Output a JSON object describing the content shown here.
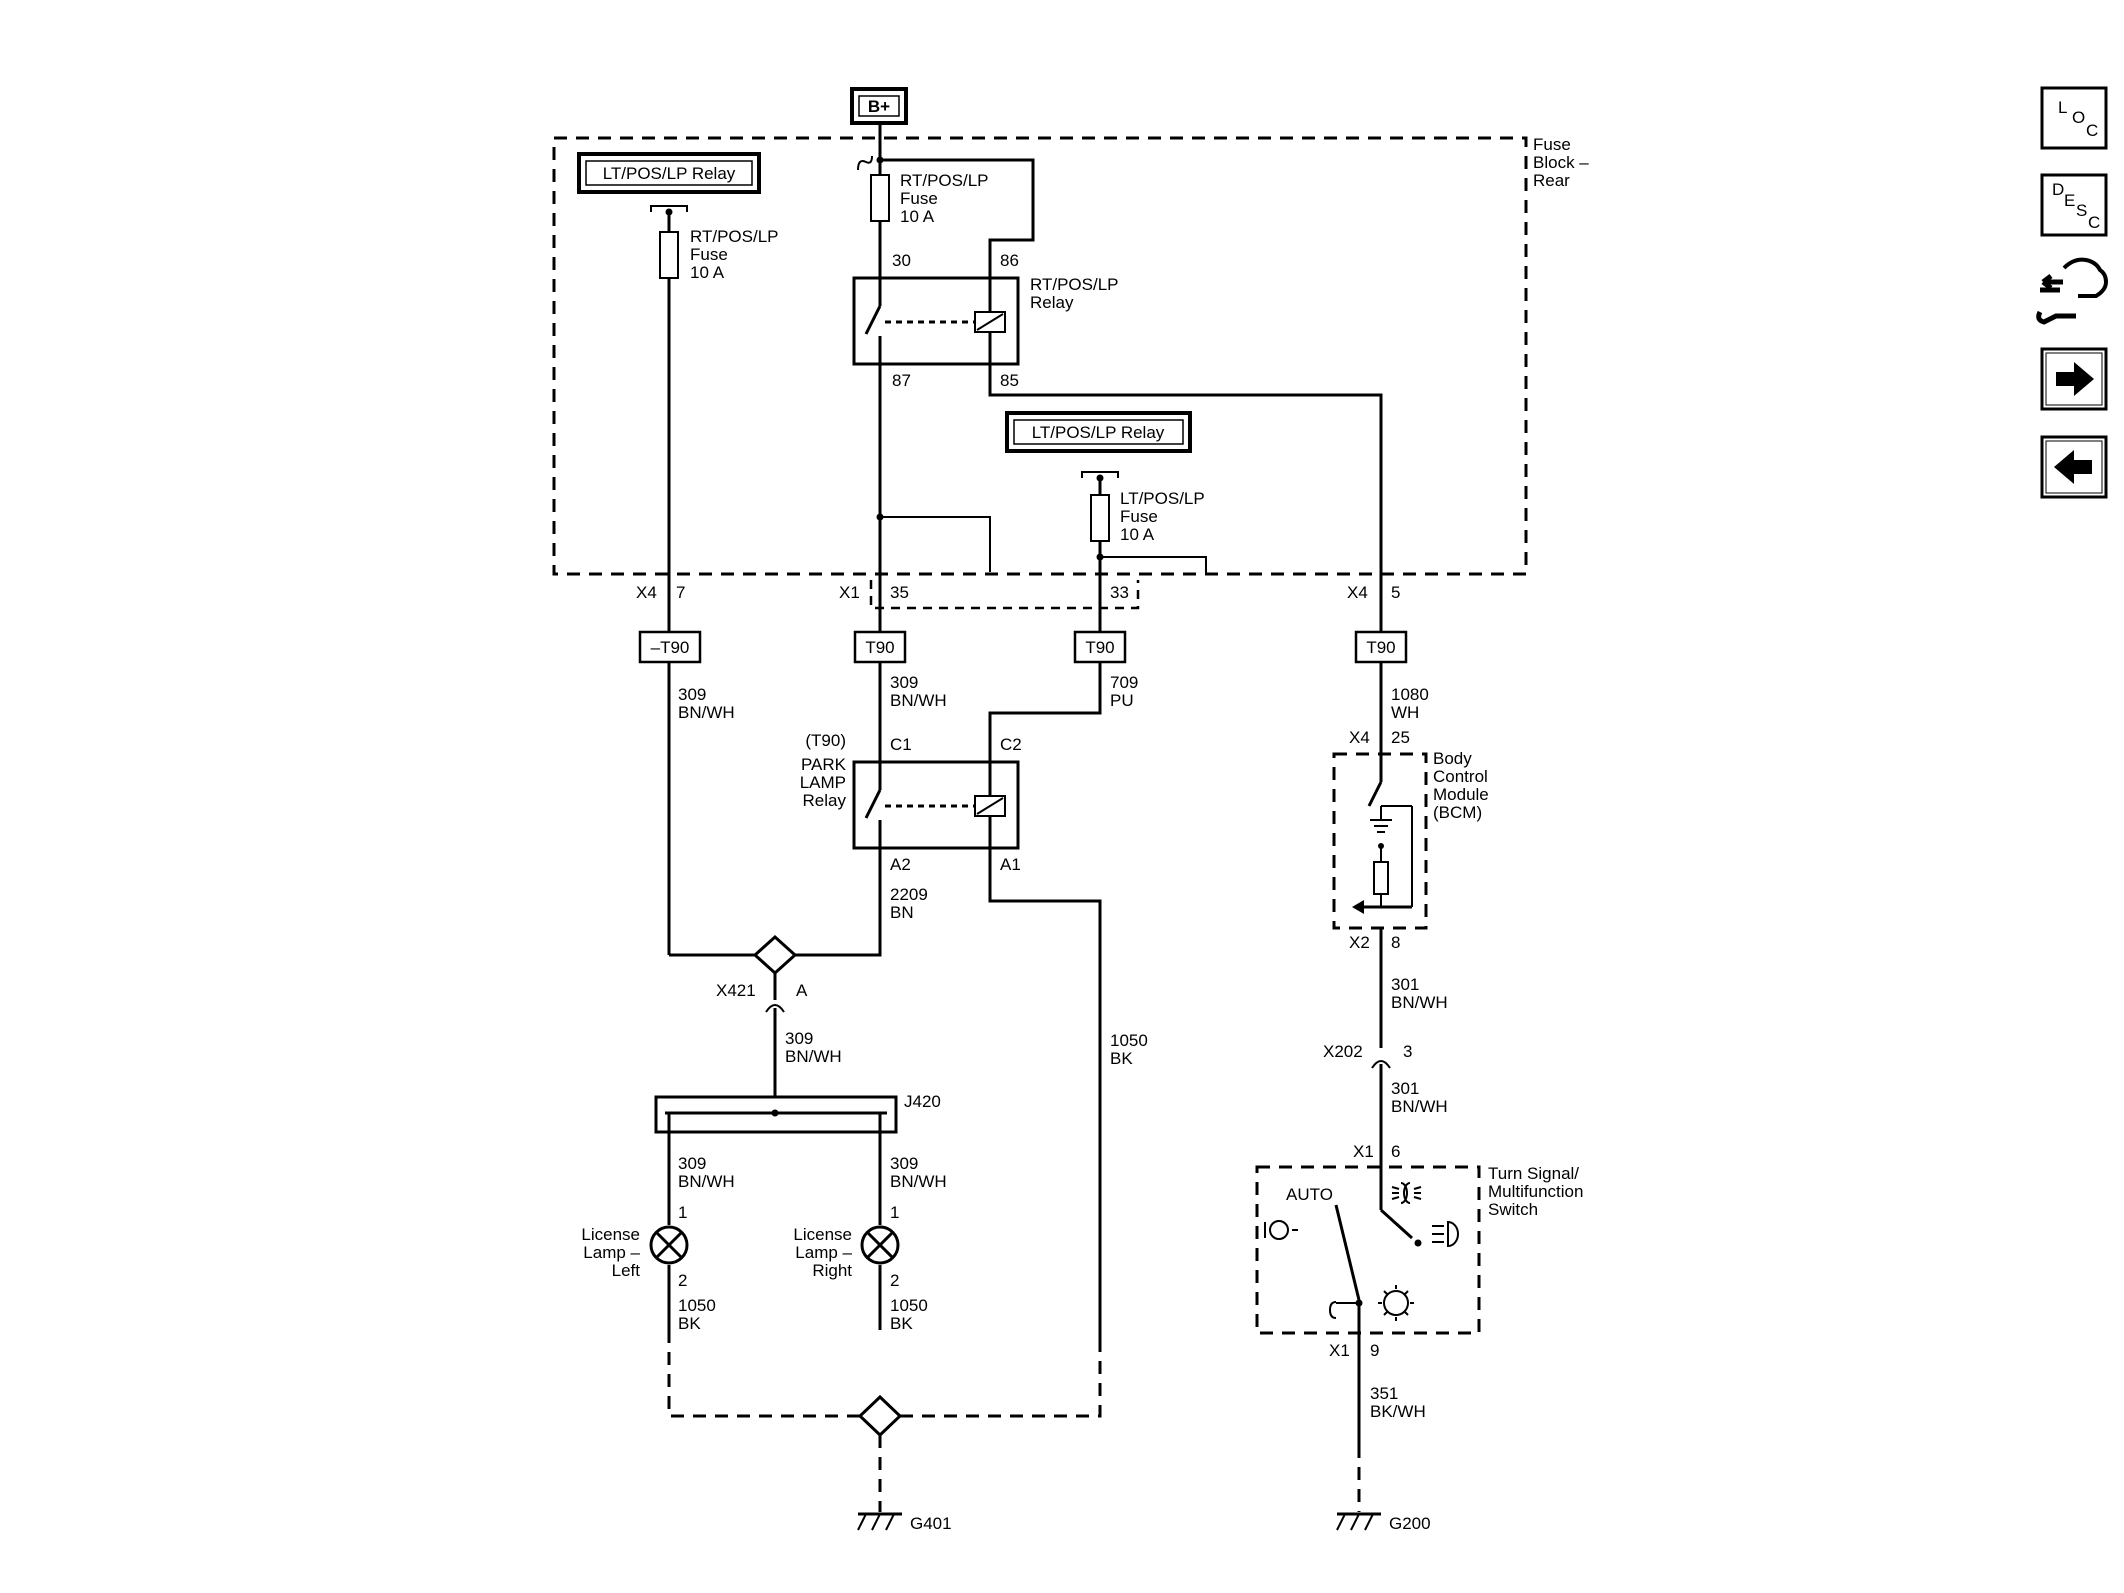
{
  "battery": "B+",
  "fuse_block": [
    "Fuse",
    "Block –",
    "Rear"
  ],
  "relay_callouts": {
    "left": "LT/POS/LP Relay",
    "middle": "LT/POS/LP Relay"
  },
  "fuses": {
    "left": [
      "RT/POS/LP",
      "Fuse",
      "10 A"
    ],
    "top": [
      "RT/POS/LP",
      "Fuse",
      "10 A"
    ],
    "middle": [
      "LT/POS/LP",
      "Fuse",
      "10 A"
    ]
  },
  "rt_relay": {
    "label": [
      "RT/POS/LP",
      "Relay"
    ],
    "pins": {
      "p30": "30",
      "p86": "86",
      "p87": "87",
      "p85": "85"
    }
  },
  "connectors": {
    "x4_left": {
      "name": "X4",
      "pin": "7"
    },
    "x1": {
      "name": "X1",
      "pin": "35"
    },
    "p33": "33",
    "x4_right": {
      "name": "X4",
      "pin": "5"
    }
  },
  "t90": {
    "left": "–T90",
    "mid": "T90",
    "mid2": "T90",
    "right": "T90"
  },
  "wires": {
    "w309_a": [
      "309",
      "BN/WH"
    ],
    "w309_b": [
      "309",
      "BN/WH"
    ],
    "w709": [
      "709",
      "PU"
    ],
    "w1080": [
      "1080",
      "WH"
    ],
    "w2209": [
      "2209",
      "BN"
    ],
    "w309_c": [
      "309",
      "BN/WH"
    ],
    "w1050_long": [
      "1050",
      "BK"
    ],
    "w301_a": [
      "301",
      "BN/WH"
    ],
    "w301_b": [
      "301",
      "BN/WH"
    ],
    "w309_l": [
      "309",
      "BN/WH"
    ],
    "w309_r": [
      "309",
      "BN/WH"
    ],
    "w1050_l": [
      "1050",
      "BK"
    ],
    "w1050_r": [
      "1050",
      "BK"
    ],
    "w351": [
      "351",
      "BK/WH"
    ]
  },
  "park_relay": {
    "label": [
      "(T90)",
      "PARK",
      "LAMP",
      "Relay"
    ],
    "pins": {
      "c1": "C1",
      "c2": "C2",
      "a2": "A2",
      "a1": "A1"
    }
  },
  "bcm": {
    "label": [
      "Body",
      "Control",
      "Module",
      "(BCM)"
    ],
    "top_conn": {
      "name": "X4",
      "pin": "25"
    },
    "bot_conn": {
      "name": "X2",
      "pin": "8"
    }
  },
  "inline": {
    "x421": {
      "name": "X421",
      "pin": "A"
    },
    "x202": {
      "name": "X202",
      "pin": "3"
    }
  },
  "splice": "J420",
  "lamps": {
    "left": {
      "label": [
        "License",
        "Lamp –",
        "Left"
      ],
      "pin1": "1",
      "pin2": "2"
    },
    "right": {
      "label": [
        "License",
        "Lamp –",
        "Right"
      ],
      "pin1": "1",
      "pin2": "2"
    }
  },
  "switch": {
    "label": [
      "Turn Signal/",
      "Multifunction",
      "Switch"
    ],
    "auto": "AUTO",
    "top_conn": {
      "name": "X1",
      "pin": "6"
    },
    "bot_conn": {
      "name": "X1",
      "pin": "9"
    }
  },
  "grounds": {
    "left": "G401",
    "right": "G200"
  },
  "nav": {
    "loc": [
      "L",
      "O",
      "C"
    ],
    "desc": [
      "D",
      "E",
      "S",
      "C"
    ]
  }
}
